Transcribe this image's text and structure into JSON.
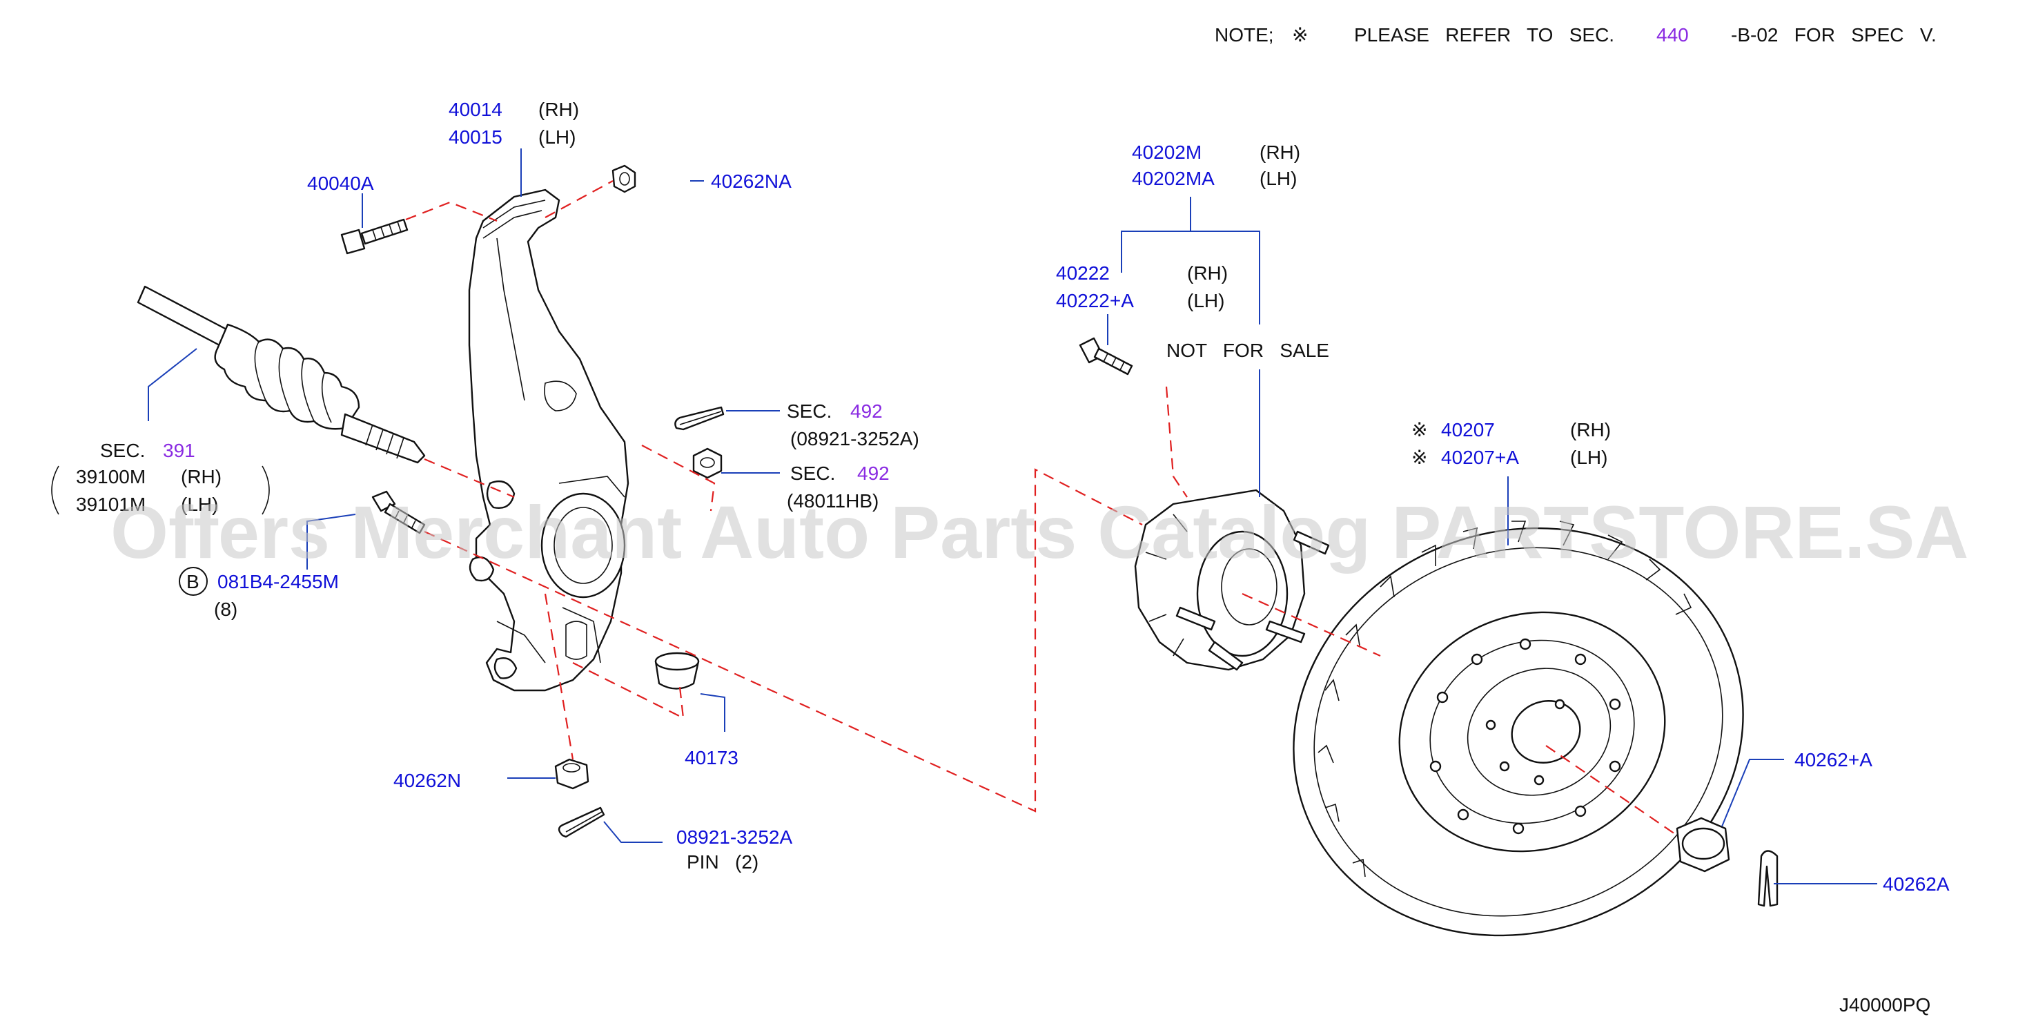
{
  "note": {
    "prefix": "NOTE;",
    "symbol": "※",
    "text_before": "PLEASE   REFER   TO   SEC.",
    "sec_number": "440",
    "text_after": "-B-02   FOR   SPEC   V."
  },
  "watermark": "Offers Merchant Auto Parts Catalog PARTSTORE.SA",
  "diagram_code": "J40000PQ",
  "labels": {
    "knuckle_rh": "40014",
    "knuckle_lh": "40015",
    "rh": "(RH)",
    "lh": "(LH)",
    "bolt_40040a": "40040A",
    "nut_40262na": "40262NA",
    "sec": "SEC.",
    "sec_391": "391",
    "shaft_rh": "39100M",
    "shaft_lh": "39101M",
    "sec_492": "492",
    "pin_08921": "(08921-3252A)",
    "nut_48011": "(48011HB)",
    "bolt_081b4": "081B4-2455M",
    "bolt_081b4_prefix": "B",
    "bolt_081b4_qty": "(8)",
    "bushing_40173": "40173",
    "nut_40262n": "40262N",
    "pin_08921_3252a": "08921-3252A",
    "pin_word": "PIN",
    "pin_qty": "(2)",
    "hub_rh": "40202M",
    "hub_lh": "40202MA",
    "stud_rh": "40222",
    "stud_lh": "40222+A",
    "not_for_sale": "NOT   FOR   SALE",
    "rotor_symbol": "※",
    "rotor_rh": "40207",
    "rotor_lh": "40207+A",
    "nut_40262a_plus": "40262+A",
    "pin_40262a": "40262A"
  }
}
